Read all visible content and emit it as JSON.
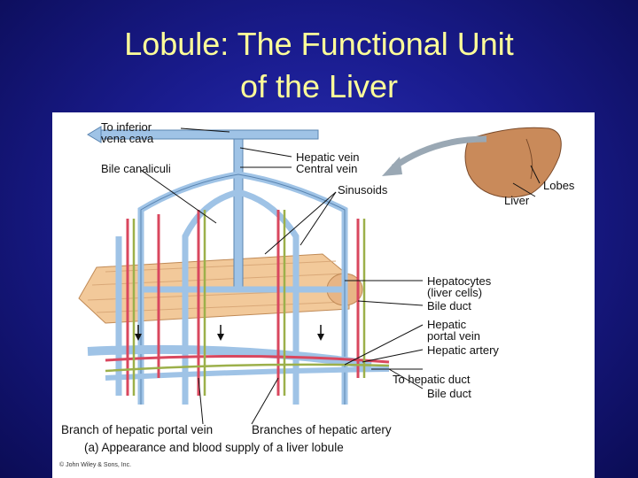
{
  "slide": {
    "title_line1": "Lobule: The Functional Unit",
    "title_line2": "of the Liver"
  },
  "labels": {
    "to_inferior_vena_cava_1": "To inferior",
    "to_inferior_vena_cava_2": "vena cava",
    "bile_canaliculi": "Bile canaliculi",
    "hepatic_vein": "Hepatic vein",
    "central_vein": "Central vein",
    "sinusoids": "Sinusoids",
    "lobes": "Lobes",
    "liver": "Liver",
    "hepatocytes": "Hepatocytes",
    "liver_cells": "(liver cells)",
    "bile_duct": "Bile duct",
    "hepatic_portal_vein_1": "Hepatic",
    "hepatic_portal_vein_2": "portal vein",
    "hepatic_artery": "Hepatic artery",
    "to_hepatic_duct": "To hepatic duct",
    "bile_duct_2": "Bile duct",
    "branch_portal_vein": "Branch of hepatic portal vein",
    "branches_hepatic_artery": "Branches of hepatic artery",
    "caption": "(a) Appearance and blood supply of a liver lobule",
    "copyright": "© John Wiley & Sons, Inc."
  },
  "colors": {
    "background": "#1a1c8f",
    "title": "#ffff99",
    "vein": "#9fc3e6",
    "artery": "#d9475e",
    "bile": "#9cb04a",
    "liver": "#c98a5a",
    "hepatocyte": "#f2c99a"
  }
}
